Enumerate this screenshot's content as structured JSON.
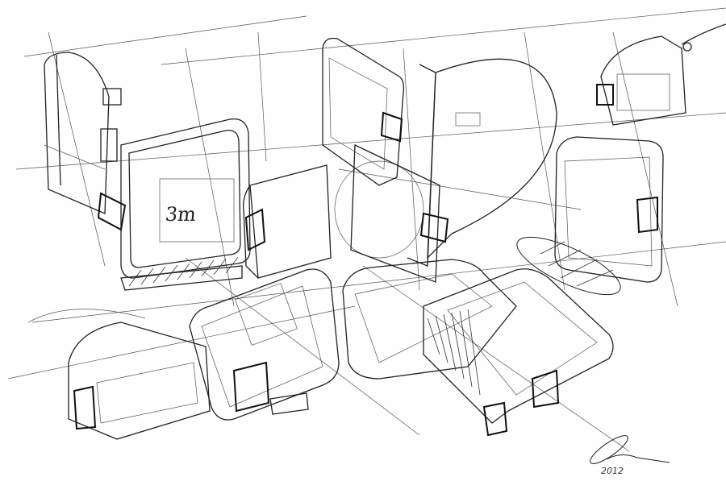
{
  "artwork": {
    "type": "pen sketch",
    "subject": "tape measure concept sketches",
    "label_text": "3m",
    "signature_year": "2012",
    "ink_color": "#1a1a1a",
    "paper_color": "#fefefe"
  }
}
